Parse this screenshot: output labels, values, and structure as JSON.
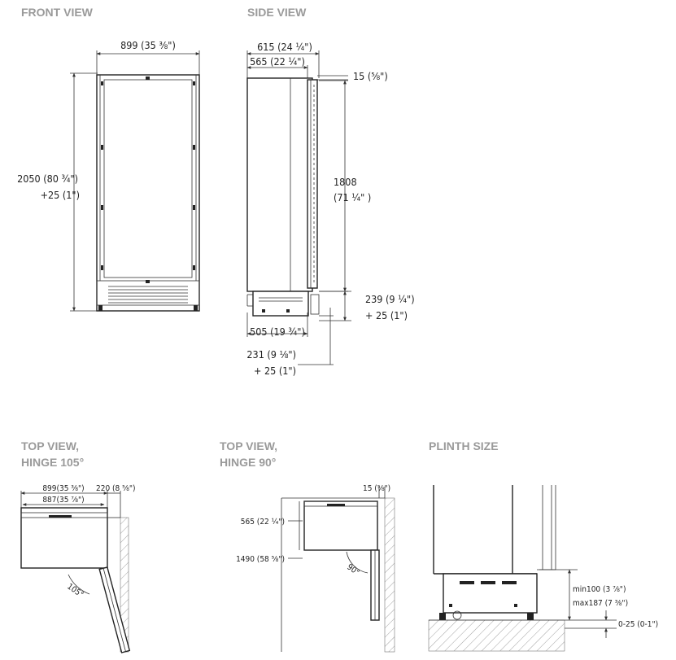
{
  "headers": {
    "front_view": "FRONT VIEW",
    "side_view": "SIDE VIEW",
    "top_view_105_line1": "TOP VIEW,",
    "top_view_105_line2": "HINGE 105°",
    "top_view_90_line1": "TOP VIEW,",
    "top_view_90_line2": "HINGE 90°",
    "plinth_size": "PLINTH SIZE"
  },
  "front_view": {
    "width": "899 (35 ⅜\")",
    "height_line1": "2050 (80 ¾\")",
    "height_line2": "+25 (1\")"
  },
  "side_view": {
    "depth_total": "615 (24 ¼\")",
    "depth_cabinet": "565 (22 ¼\")",
    "door_thickness": "15 (⅝\")",
    "height_line1": "1808",
    "height_line2": "(71 ¼\" )",
    "base_height_line1": "239 (9 ¼\")",
    "base_height_line2": "+ 25 (1\")",
    "base_depth": "505 (19 ¾\")",
    "rear_height_line1": "231 (9 ⅛\")",
    "rear_height_line2": "+ 25 (1\")"
  },
  "top_view_105": {
    "width_outer": "899(35 ⅜\")",
    "clearance": "220 (8 ⅝\")",
    "width_inner": "887(35 ⅞\")",
    "angle": "105°"
  },
  "top_view_90": {
    "door_thickness": "15 (⅝\")",
    "depth": "565 (22 ¼\")",
    "open_depth": "1490 (58 ⅝\")",
    "angle": "90°"
  },
  "plinth": {
    "range_line1": "min100 (3 ⅞\")",
    "range_line2": "max187 (7 ⅜\")",
    "adjust": "0-25 (0-1\")"
  }
}
